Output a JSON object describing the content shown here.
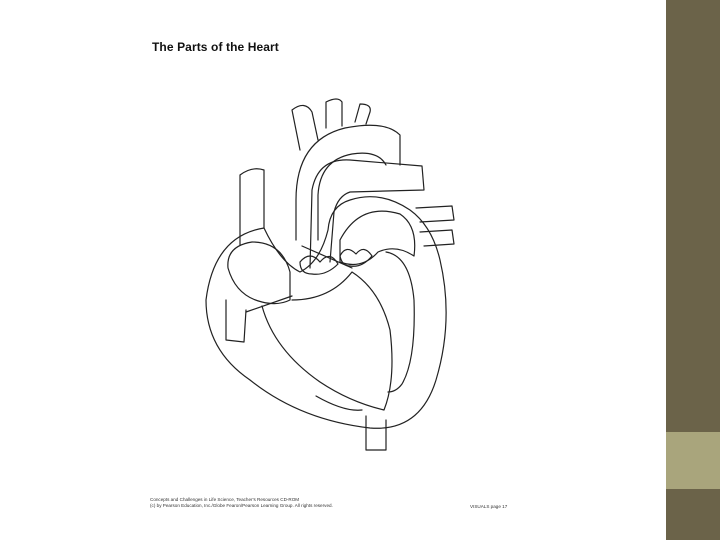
{
  "worksheet": {
    "title": "The Parts of the Heart",
    "footer": {
      "source_line": "Concepts and Challenges in Life Science, Teacher's Resources CD-ROM",
      "copyright_line": "(c) by Pearson Education, Inc./Globe Fearon/Pearson Learning Group. All rights reserved.",
      "page_ref": "VISUALS page 17"
    }
  },
  "theme": {
    "sidebar_color": "#6b6349",
    "accent_color": "#a9a57c",
    "line_color": "#222222"
  }
}
